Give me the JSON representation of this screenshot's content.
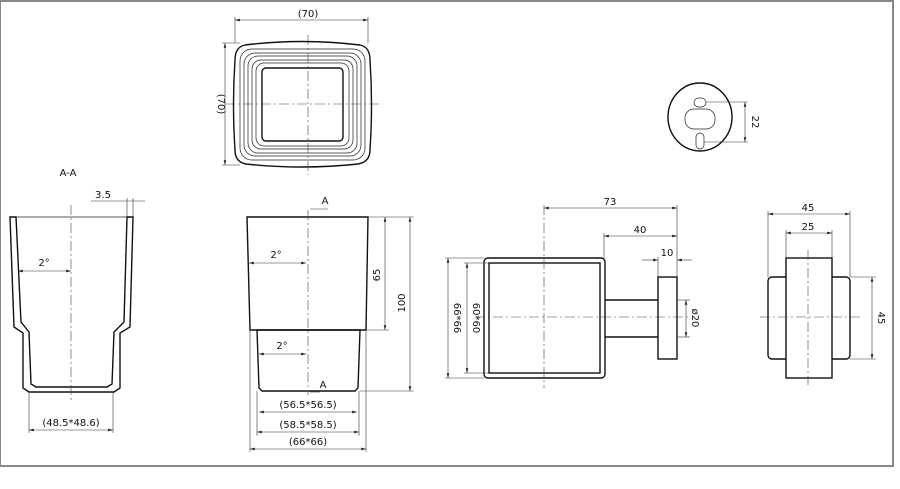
{
  "section_label": "A-A",
  "top_view": {
    "width_label": "(70)",
    "height_label": "(70)"
  },
  "plate_view": {
    "hole_spacing_label": "22"
  },
  "section_view": {
    "wall_label": "3.5",
    "angle_label": "2°",
    "bottom_label": "(48.5*48.6)"
  },
  "front_view": {
    "cut_marker_top": "A",
    "cut_marker_bottom": "A",
    "angle_upper_label": "2°",
    "angle_lower_label": "2°",
    "upper_height_label": "65",
    "total_height_label": "100",
    "dim_bottom_inner": "(56.5*56.5)",
    "dim_bottom_outer": "(58.5*58.5)",
    "dim_top": "(66*66)"
  },
  "side_view": {
    "depth_label": "73",
    "arm_label": "40",
    "plate_label": "10",
    "outer_label": "66*66",
    "inner_label": "60*60",
    "rod_label": "ø20"
  },
  "end_view": {
    "width_label": "45",
    "inner_width_label": "25",
    "height_label": "45"
  }
}
